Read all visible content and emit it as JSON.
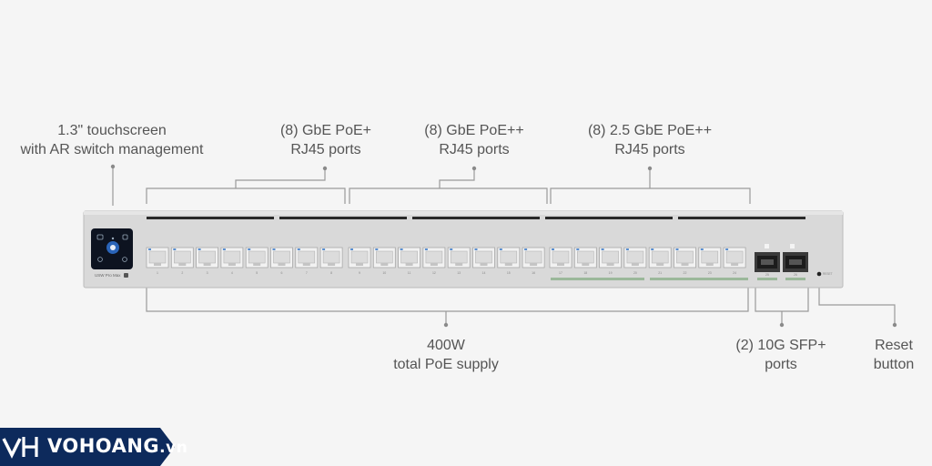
{
  "callouts": {
    "touchscreen": {
      "line1": "1.3\" touchscreen",
      "line2": "with AR switch management"
    },
    "gbe_poe_plus": {
      "line1": "(8) GbE PoE+",
      "line2": "RJ45 ports"
    },
    "gbe_poe_plusplus": {
      "line1": "(8) GbE PoE++",
      "line2": "RJ45 ports"
    },
    "gbe25_poe_plusplus": {
      "line1": "(8) 2.5 GbE PoE++",
      "line2": "RJ45 ports"
    },
    "poe_supply": {
      "line1": "400W",
      "line2": "total PoE supply"
    },
    "sfp": {
      "line1": "(2) 10G SFP+",
      "line2": "ports"
    },
    "reset": {
      "line1": "Reset",
      "line2": "button"
    }
  },
  "device": {
    "model": "USW Pro Max",
    "reset_label": "RESET",
    "port_labels": [
      "1",
      "2",
      "3",
      "4",
      "5",
      "6",
      "7",
      "8",
      "9",
      "10",
      "11",
      "12",
      "13",
      "14",
      "15",
      "16",
      "17",
      "18",
      "19",
      "20",
      "21",
      "22",
      "23",
      "24"
    ],
    "sfp_labels": [
      "25",
      "26"
    ]
  },
  "watermark": {
    "brand": "VOHOANG",
    "suffix": ".vn"
  },
  "colors": {
    "panel": "#d6d6d6",
    "port_blue": "#5a8fd0",
    "port_green": "#9bb89a",
    "logo_bg": "#0d2a5c"
  }
}
